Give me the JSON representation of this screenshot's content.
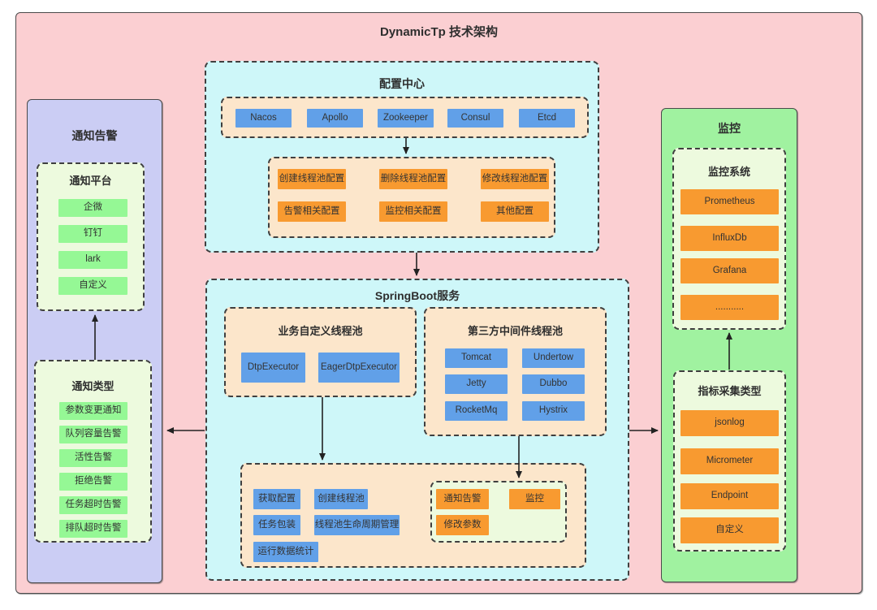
{
  "title": "DynamicTp 技术架构",
  "colors": {
    "pink": "#fbcfd2",
    "purple": "#cbcdf4",
    "cyan": "#cef7f9",
    "peach": "#fce6cb",
    "orange": "#f89a30",
    "blue": "#61a0e8",
    "green_panel": "#a0f2a0",
    "green_item": "#95f895",
    "light_green": "#edfade"
  },
  "notify": {
    "title": "通知告警",
    "platform": {
      "title": "通知平台",
      "items": [
        "企微",
        "钉钉",
        "lark",
        "自定义"
      ]
    },
    "types": {
      "title": "通知类型",
      "items": [
        "参数变更通知",
        "队列容量告警",
        "活性告警",
        "拒绝告警",
        "任务超时告警",
        "排队超时告警"
      ]
    }
  },
  "config_center": {
    "title": "配置中心",
    "registries": [
      "Nacos",
      "Apollo",
      "Zookeeper",
      "Consul",
      "Etcd"
    ],
    "config_types": [
      "创建线程池配置",
      "删除线程池配置",
      "修改线程池配置",
      "告警相关配置",
      "监控相关配置",
      "其他配置"
    ]
  },
  "springboot": {
    "title": "SpringBoot服务",
    "custom_pools": {
      "title": "业务自定义线程池",
      "items": [
        "DtpExecutor",
        "EagerDtpExecutor"
      ]
    },
    "middleware_pools": {
      "title": "第三方中间件线程池",
      "items": [
        "Tomcat",
        "Undertow",
        "Jetty",
        "Dubbo",
        "RocketMq",
        "Hystrix"
      ]
    },
    "ops": [
      "获取配置",
      "创建线程池",
      "任务包装",
      "线程池生命周期管理",
      "运行数据统计"
    ],
    "actions": [
      "通知告警",
      "监控",
      "修改参数"
    ]
  },
  "monitor": {
    "title": "监控",
    "systems": {
      "title": "监控系统",
      "items": [
        "Prometheus",
        "InfluxDb",
        "Grafana",
        "..........."
      ]
    },
    "collectors": {
      "title": "指标采集类型",
      "items": [
        "jsonlog",
        "Micrometer",
        "Endpoint",
        "自定义"
      ]
    }
  }
}
